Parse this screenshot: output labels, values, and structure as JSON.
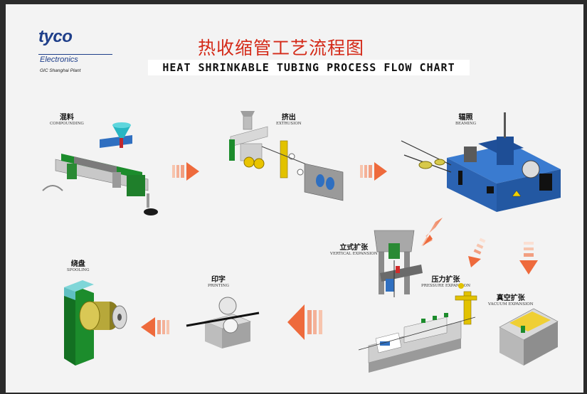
{
  "company": {
    "logo_text": "tyco",
    "logo_sub": "Electronics",
    "plant": "GIC Shanghai Plant"
  },
  "title": {
    "chinese": "热收缩管工艺流程图",
    "english": "HEAT SHRINKABLE TUBING PROCESS FLOW CHART"
  },
  "steps": [
    {
      "cn": "混料",
      "en": "COMPOUNDING"
    },
    {
      "cn": "挤出",
      "en": "EXTRUSION"
    },
    {
      "cn": "辐照",
      "en": "BEAMING"
    },
    {
      "cn": "立式扩张",
      "en": "VERTICAL EXPANSION"
    },
    {
      "cn": "压力扩张",
      "en": "PRESSURE EXPANSION"
    },
    {
      "cn": "真空扩张",
      "en": "VACUUM EXPANSION"
    },
    {
      "cn": "印字",
      "en": "PRINTING"
    },
    {
      "cn": "绕盘",
      "en": "SPOOLING"
    }
  ],
  "colors": {
    "arrow": "#f07a4c",
    "machine_green": "#1c8c2c",
    "machine_blue": "#2f6fc0",
    "title_red": "#d42a18",
    "logo_blue": "#1f3f8a"
  }
}
